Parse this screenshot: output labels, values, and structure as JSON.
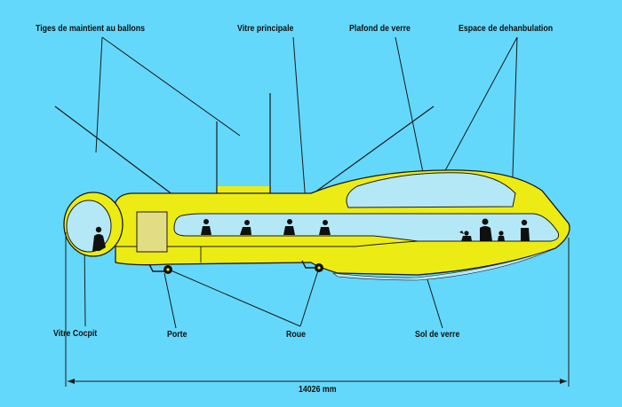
{
  "labels": {
    "rods": "Tiges de maintient au ballons",
    "main_window": "Vitre principale",
    "glass_ceiling": "Plafond de verre",
    "walking_space": "Espace de dehanbulation",
    "cockpit_window": "Vitre Cocpit",
    "door": "Porte",
    "wheel": "Roue",
    "glass_floor": "Sol de verre",
    "length": "14026 mm"
  },
  "colors": {
    "background": "#64d8fa",
    "hull": "#ecec14",
    "glass": "#b4e8f6",
    "door": "#e2dc84",
    "outline": "#1a1a1a",
    "silhouette": "#101010"
  }
}
